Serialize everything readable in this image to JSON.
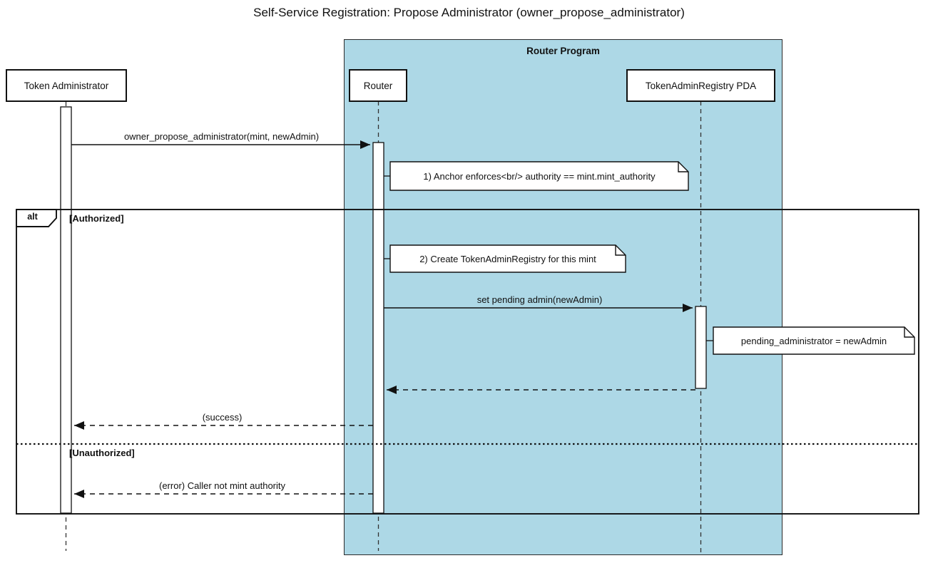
{
  "diagram": {
    "title": "Self-Service Registration: Propose Administrator (owner_propose_administrator)",
    "group": {
      "label": "Router Program"
    },
    "participants": [
      {
        "label": "Token Administrator"
      },
      {
        "label": "Router"
      },
      {
        "label": "TokenAdminRegistry PDA"
      }
    ],
    "messages": [
      {
        "label": "owner_propose_administrator(mint, newAdmin)",
        "type": "solid",
        "from": "Token Administrator",
        "to": "Router"
      },
      {
        "label": "set pending admin(newAdmin)",
        "type": "solid",
        "from": "Router",
        "to": "TokenAdminRegistry PDA"
      },
      {
        "label": "",
        "type": "dashed-return",
        "from": "TokenAdminRegistry PDA",
        "to": "Router"
      },
      {
        "label": "(success)",
        "type": "dashed-return",
        "from": "Router",
        "to": "Token Administrator"
      },
      {
        "label": "(error) Caller not mint authority",
        "type": "dashed-return",
        "from": "Router",
        "to": "Token Administrator"
      }
    ],
    "notes": [
      {
        "text": "1) Anchor enforces<br/> authority == mint.mint_authority",
        "attached_to": "Router"
      },
      {
        "text": "2) Create TokenAdminRegistry for this mint",
        "attached_to": "Router"
      },
      {
        "text": "pending_administrator = newAdmin",
        "attached_to": "TokenAdminRegistry PDA"
      }
    ],
    "alt_frame": {
      "operator": "alt",
      "branch_authorized": "[Authorized]",
      "branch_unauthorized": "[Unauthorized]"
    },
    "colors": {
      "group_fill": "#add8e6",
      "line": "#111111",
      "note_fill": "#ffffff",
      "actor_fill": "#ffffff"
    }
  }
}
